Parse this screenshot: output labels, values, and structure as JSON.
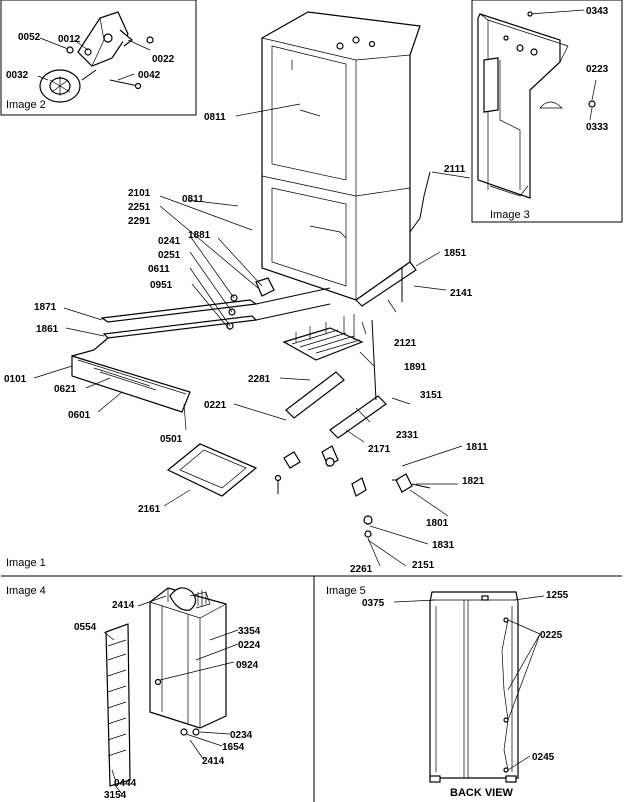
{
  "panels": {
    "image1": "Image 1",
    "image2": "Image 2",
    "image3": "Image 3",
    "image4": "Image 4",
    "image5": "Image 5"
  },
  "back_view_caption": "BACK VIEW",
  "labels": {
    "p0052": "0052",
    "p0012": "0012",
    "p0022": "0022",
    "p0032": "0032",
    "p0042": "0042",
    "p0343": "0343",
    "p0223": "0223",
    "p0333": "0333",
    "p0811a": "0811",
    "p2111": "2111",
    "p2101": "2101",
    "p2251": "2251",
    "p2291": "2291",
    "p0811b": "0811",
    "p0241": "0241",
    "p1881": "1881",
    "p0251": "0251",
    "p0611": "0611",
    "p0951": "0951",
    "p1851": "1851",
    "p2141": "2141",
    "p1871": "1871",
    "p1861": "1861",
    "p2121": "2121",
    "p0101": "0101",
    "p0621": "0621",
    "p1891": "1891",
    "p0601": "0601",
    "p2281": "2281",
    "p3151": "3151",
    "p0221": "0221",
    "p0501": "0501",
    "p2331": "2331",
    "p2171": "2171",
    "p1811": "1811",
    "p1821": "1821",
    "p2161": "2161",
    "p1801": "1801",
    "p1831": "1831",
    "p2261": "2261",
    "p2151": "2151",
    "p2414a": "2414",
    "p3354": "3354",
    "p0554": "0554",
    "p0224": "0224",
    "p0924": "0924",
    "p0234": "0234",
    "p1654": "1654",
    "p2414b": "2414",
    "p0444": "0444",
    "p3154": "3154",
    "p0375": "0375",
    "p1255": "1255",
    "p0225": "0225",
    "p0245": "0245"
  }
}
